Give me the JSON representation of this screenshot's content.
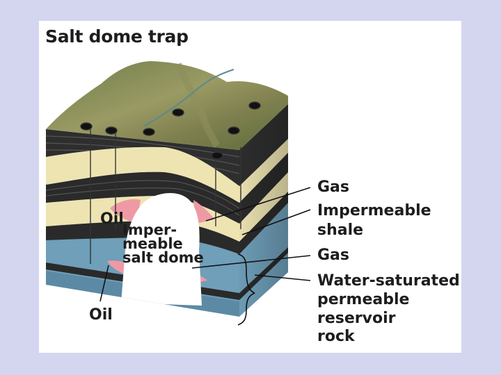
{
  "title": "Salt dome trap",
  "labels": {
    "gas_top": "Gas",
    "shale": [
      "Impermeable",
      "shale"
    ],
    "gas_lower": "Gas",
    "reservoir": [
      "Water-saturated",
      "permeable",
      "reservoir",
      "rock"
    ],
    "oil_left": "Oil",
    "oil_bottom": "Oil",
    "salt_dome": [
      "Imper-",
      "meable",
      "salt dome"
    ]
  },
  "colors": {
    "page_background": "#d4d5ef",
    "sandstone": "#eee4b2",
    "shale": "#2a2a2a",
    "reservoir": "#6f9fb9",
    "oil_gas_pink": "#ee9aa5",
    "salt": "#ffffff",
    "surface_green": "#7d8a56"
  }
}
